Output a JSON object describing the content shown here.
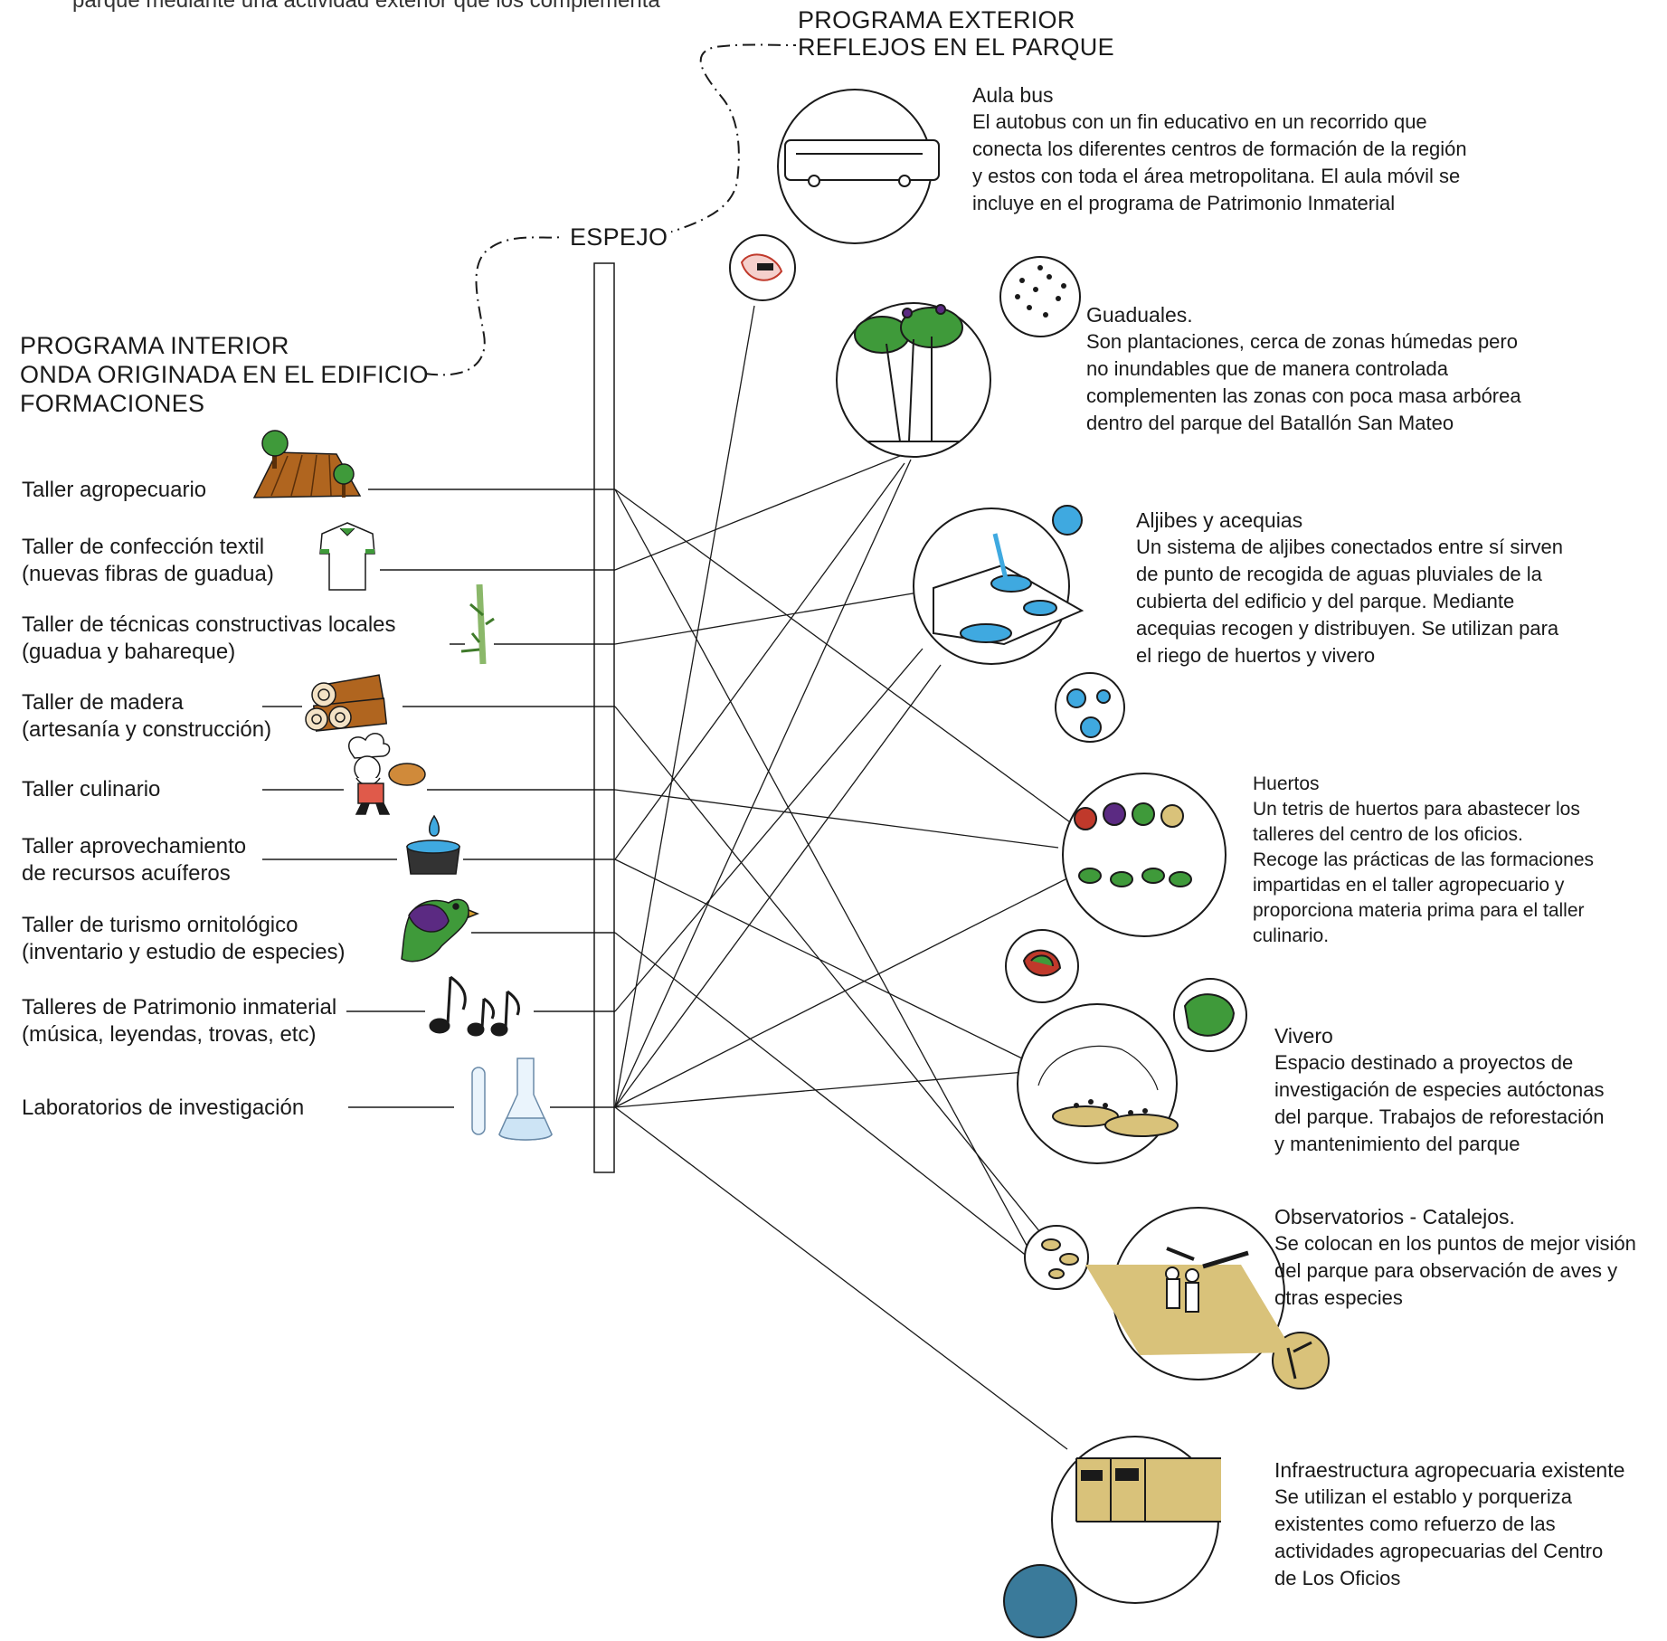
{
  "top_fragment": "parque mediante una actividad exterior que los complementa",
  "exterior": {
    "line1": "PROGRAMA EXTERIOR",
    "line2": "REFLEJOS EN EL PARQUE"
  },
  "mirror_label": "ESPEJO",
  "interior": {
    "line1": "PROGRAMA INTERIOR",
    "line2": "ONDA ORIGINADA EN EL EDIFICIO",
    "line3": "FORMACIONES"
  },
  "talleres": [
    {
      "line1": "Taller agropecuario",
      "line2": ""
    },
    {
      "line1": "Taller de confección textil",
      "line2": "(nuevas fibras de guadua)"
    },
    {
      "line1": "Taller de técnicas constructivas locales",
      "line2": "(guadua y bahareque)"
    },
    {
      "line1": "Taller de madera",
      "line2": "(artesanía y construcción)"
    },
    {
      "line1": "Taller culinario",
      "line2": ""
    },
    {
      "line1": "Taller aprovechamiento",
      "line2": "de recursos acuíferos"
    },
    {
      "line1": "Taller de turismo ornitológico",
      "line2": "(inventario y estudio de especies)"
    },
    {
      "line1": "Talleres de Patrimonio inmaterial",
      "line2": "(música, leyendas, trovas, etc)"
    },
    {
      "line1": "Laboratorios de investigación",
      "line2": ""
    }
  ],
  "reflejos": [
    {
      "title": "Aula bus",
      "lines": [
        "El autobus con un fin educativo en un recorrido que",
        "conecta los diferentes centros de formación de la región",
        "y estos con toda el área metropolitana. El aula móvil se",
        "incluye en el programa de Patrimonio Inmaterial"
      ]
    },
    {
      "title": "Guaduales.",
      "lines": [
        "Son plantaciones, cerca de zonas húmedas pero",
        "no inundables que de manera controlada",
        "complementen las zonas con poca masa arbórea",
        "dentro del parque del Batallón San Mateo"
      ]
    },
    {
      "title": "Aljibes y acequias",
      "lines": [
        "Un sistema de aljibes conectados entre sí sirven",
        "de punto de recogida de aguas pluviales de la",
        "cubierta del edificio y del parque. Mediante",
        "acequias recogen y distribuyen. Se utilizan para",
        "el riego de huertos y vivero"
      ]
    },
    {
      "title": "Huertos",
      "lines": [
        "Un tetris de huertos para abastecer los",
        "talleres del centro de los oficios.",
        "Recoge las prácticas de las formaciones",
        "impartidas en el taller agropecuario y",
        "proporciona materia prima para el taller",
        "culinario."
      ]
    },
    {
      "title": "Vivero",
      "lines": [
        "Espacio destinado a proyectos de",
        "investigación de especies autóctonas",
        "del parque. Trabajos de reforestación",
        "y mantenimiento del parque"
      ]
    },
    {
      "title": "Observatorios - Catalejos.",
      "lines": [
        "Se colocan en los puntos de mejor visión",
        "del parque para observación de aves y",
        "otras especies"
      ]
    },
    {
      "title": "Infraestructura agropecuaria existente",
      "lines": [
        "Se utilizan el establo y porqueriza",
        "existentes como refuerzo de las",
        "actividades agropecuarias del Centro",
        "de Los Oficios"
      ]
    }
  ],
  "colors": {
    "line": "#1a1a1a",
    "green": "#3f9a3a",
    "water": "#3fa9e0",
    "earth": "#b0651f",
    "sand": "#d9c27a",
    "purple": "#5b2a82",
    "teal": "#3a7a9a"
  }
}
